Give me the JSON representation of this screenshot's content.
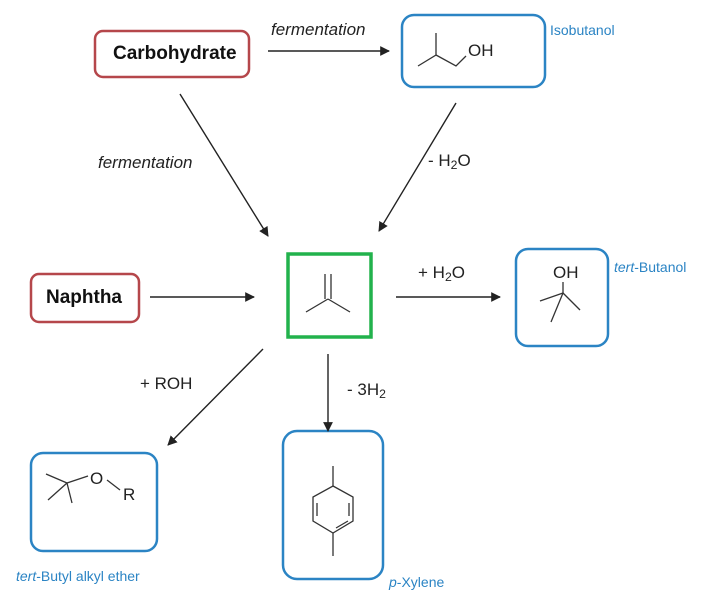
{
  "sources": {
    "carbohydrate": "Carbohydrate",
    "naphtha": "Naphtha"
  },
  "conditions": {
    "fermentation_top": "fermentation",
    "fermentation_left": "fermentation",
    "dehydration": {
      "pre": "- H",
      "sub": "2",
      "post": "O"
    },
    "hydration": {
      "pre": "+ H",
      "sub": "2",
      "post": "O"
    },
    "add_roh": "+ ROH",
    "dehydrogenation": {
      "pre": "- 3H",
      "sub": "2"
    }
  },
  "products": {
    "isobutanol": {
      "name": "Isobutanol",
      "atom": "OH"
    },
    "tert_butanol": {
      "prefix": "tert",
      "suffix": "-Butanol",
      "atom": "OH"
    },
    "tert_butyl_alkyl_ether": {
      "prefix": "tert",
      "suffix": "-Butyl alkyl ether",
      "atom_o": "O",
      "atom_r": "R"
    },
    "p_xylene": {
      "prefix": "p",
      "suffix": "-Xylene"
    }
  },
  "colors": {
    "source_border": "#b5474b",
    "product_border": "#2b84c4",
    "center_border": "#22b24c",
    "product_label": "#2b84c4",
    "arrow": "#222222"
  }
}
